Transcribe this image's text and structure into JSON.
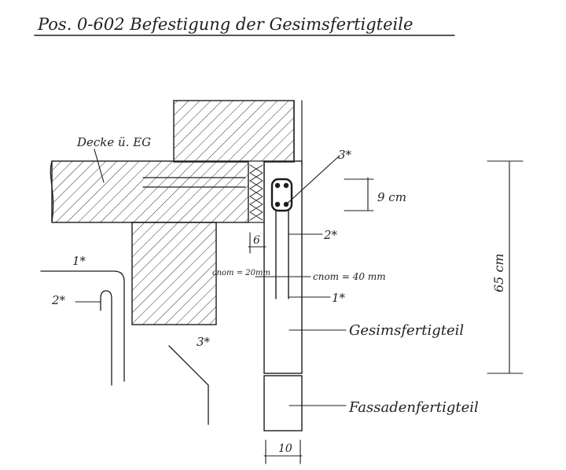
{
  "sheet": {
    "title": "Pos. 0-602   Befestigung der Gesimsfertigteile"
  },
  "labels": {
    "slab": "Decke ü. EG",
    "rebar_height": "9 cm",
    "insulation_width": "6",
    "cover_left": "cnom = 20mm",
    "cover_right": "cnom = 40 mm",
    "overall_height": "65 cm",
    "facade_width": "10",
    "cornice_part": "Gesimsfertigteil",
    "facade_part": "Fassadenfertigteil"
  },
  "position_marks": {
    "m3_top": "3*",
    "m2_right": "2*",
    "m1_right": "1*",
    "m1_left": "1*",
    "m2_left": "2*",
    "m3_left": "3*"
  },
  "colors": {
    "ink": "#1c1c1c",
    "paper": "#ffffff"
  }
}
